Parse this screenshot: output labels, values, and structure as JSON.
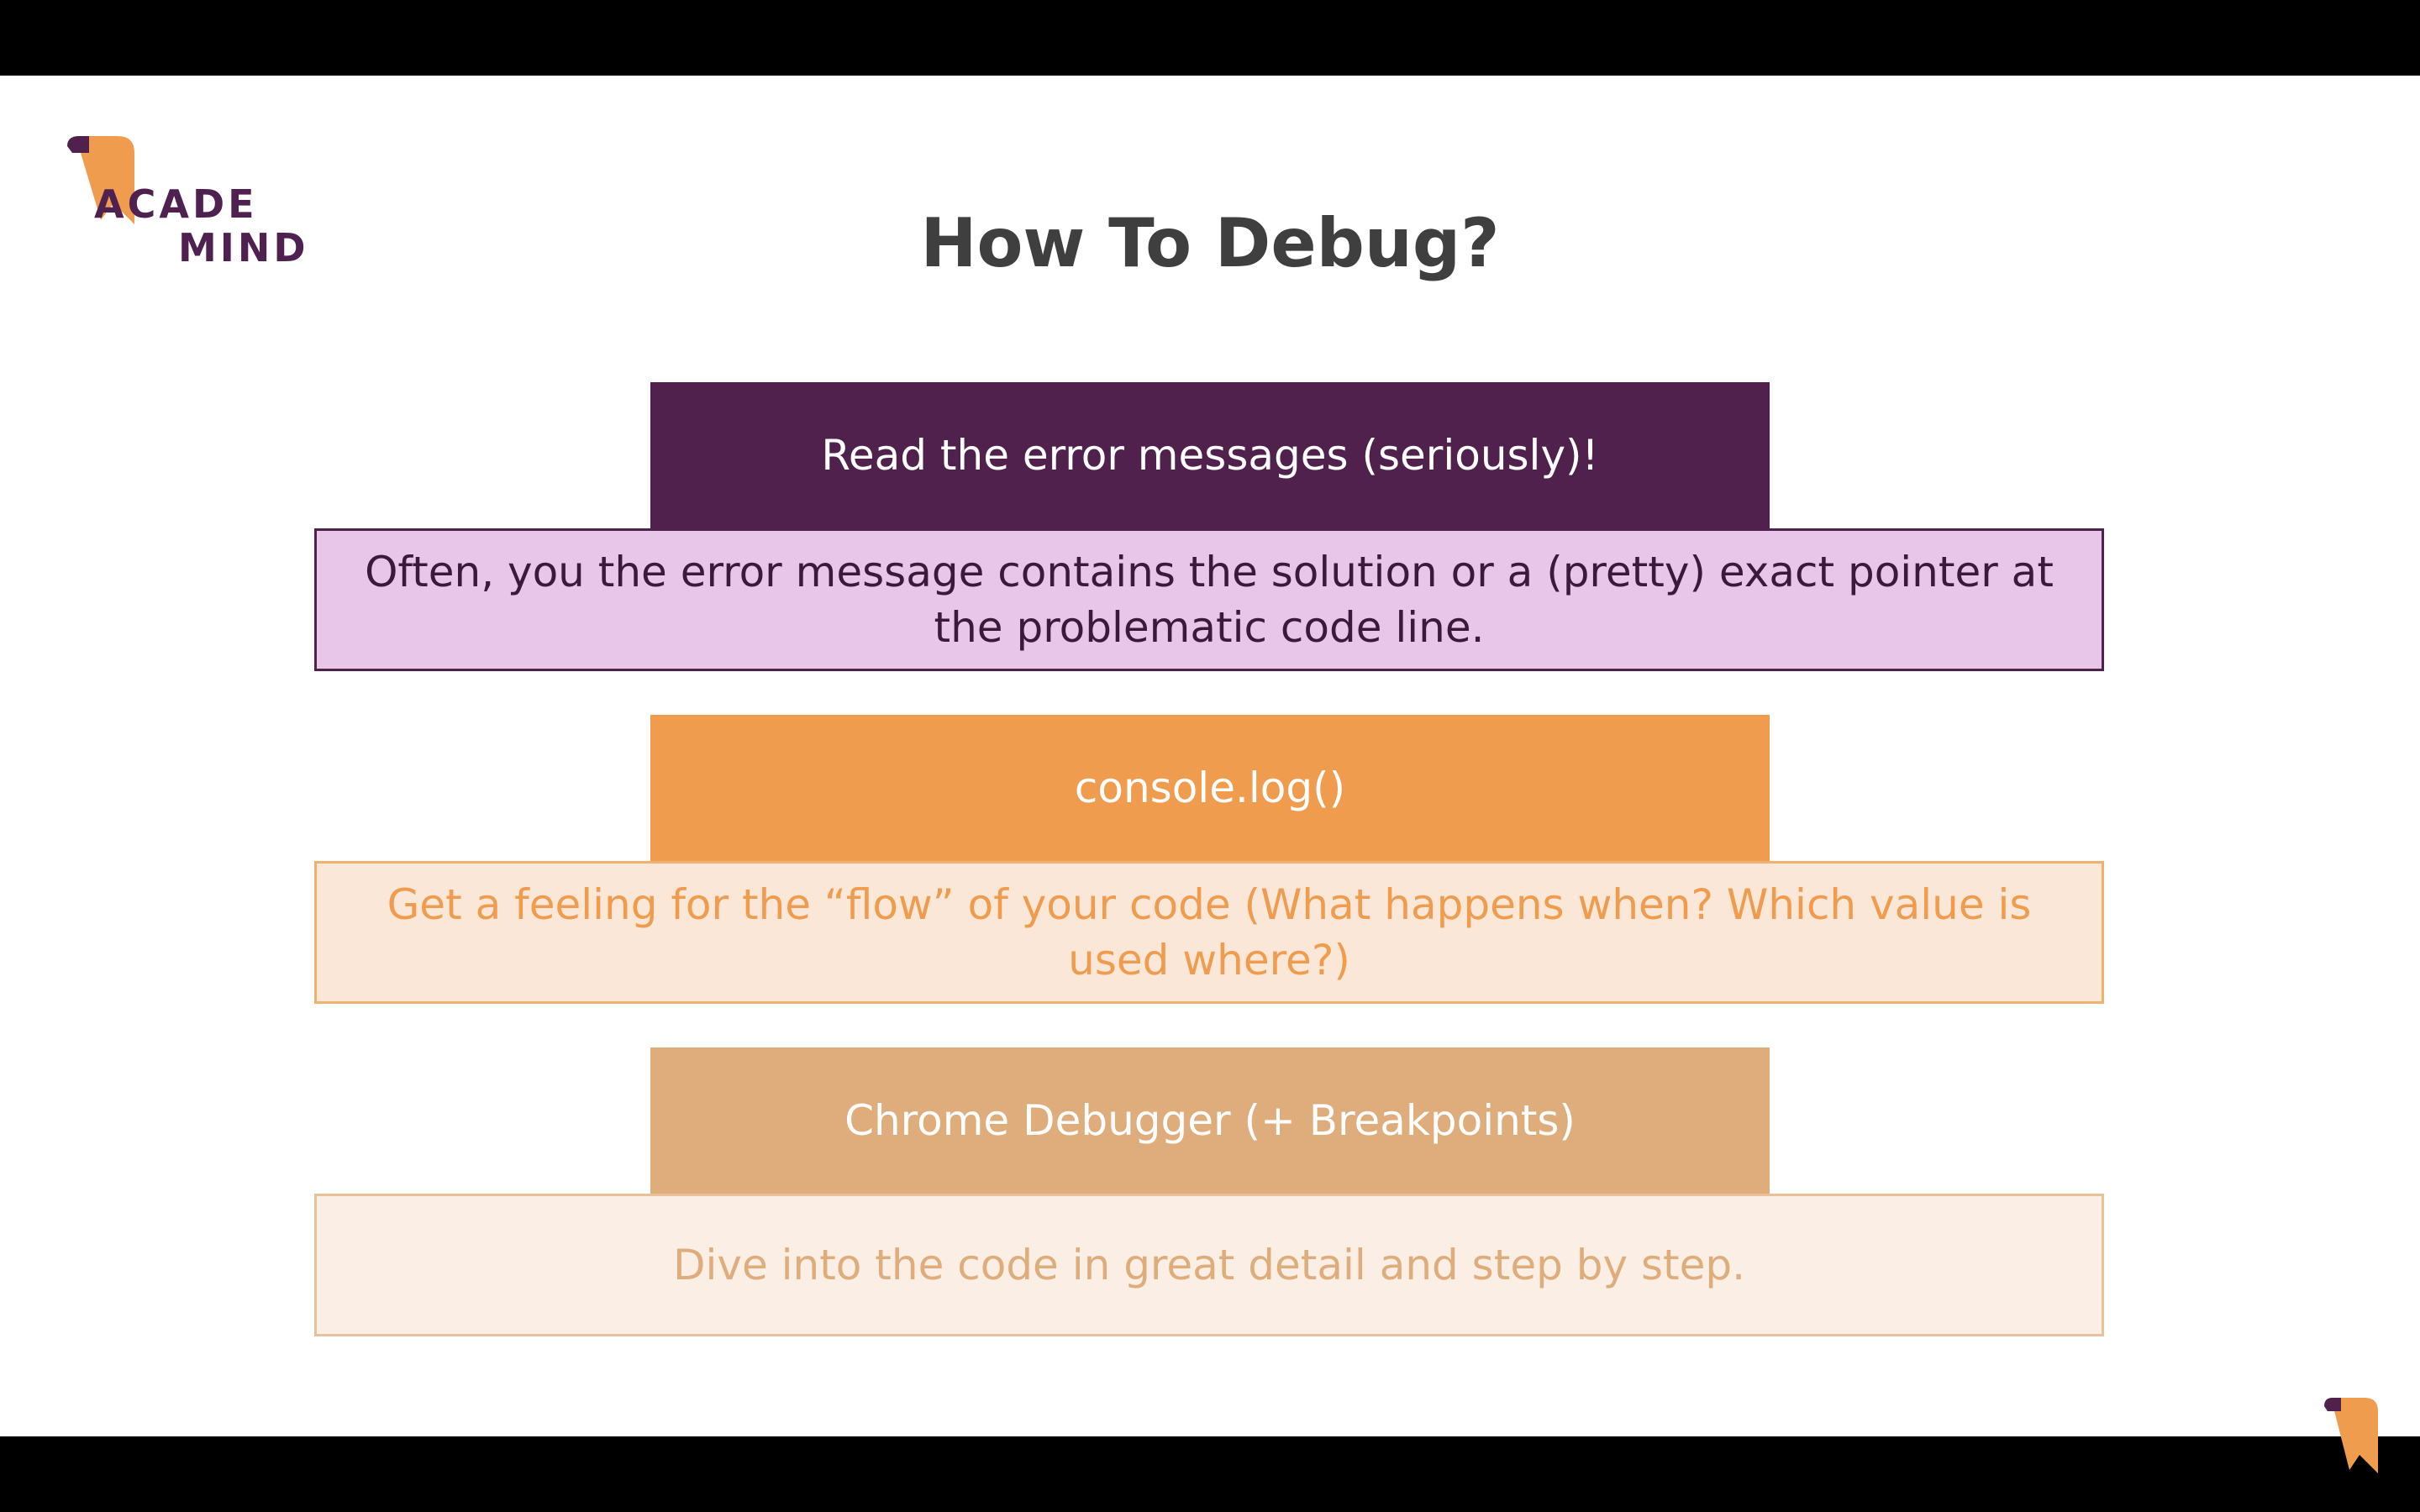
{
  "brand": {
    "logo_line1": "ACADE",
    "logo_line2": "MIND"
  },
  "slide": {
    "title": "How To Debug?",
    "blocks": [
      {
        "heading": "Read the error messages (seriously)!",
        "description": "Often, you the error message contains the solution or a (pretty) exact pointer at the problematic code line."
      },
      {
        "heading": "console.log()",
        "description": "Get a feeling for the “flow” of your code (What happens when? Which value is used where?)"
      },
      {
        "heading": "Chrome Debugger (+ Breakpoints)",
        "description": "Dive into the code in great detail and step by step."
      }
    ]
  },
  "colors": {
    "brand_purple": "#4f214c",
    "brand_orange": "#f09c4f",
    "brand_tan": "#dfac7c"
  },
  "icons": {
    "logo_mark": "bookmark-icon",
    "corner_mark": "bookmark-icon"
  }
}
